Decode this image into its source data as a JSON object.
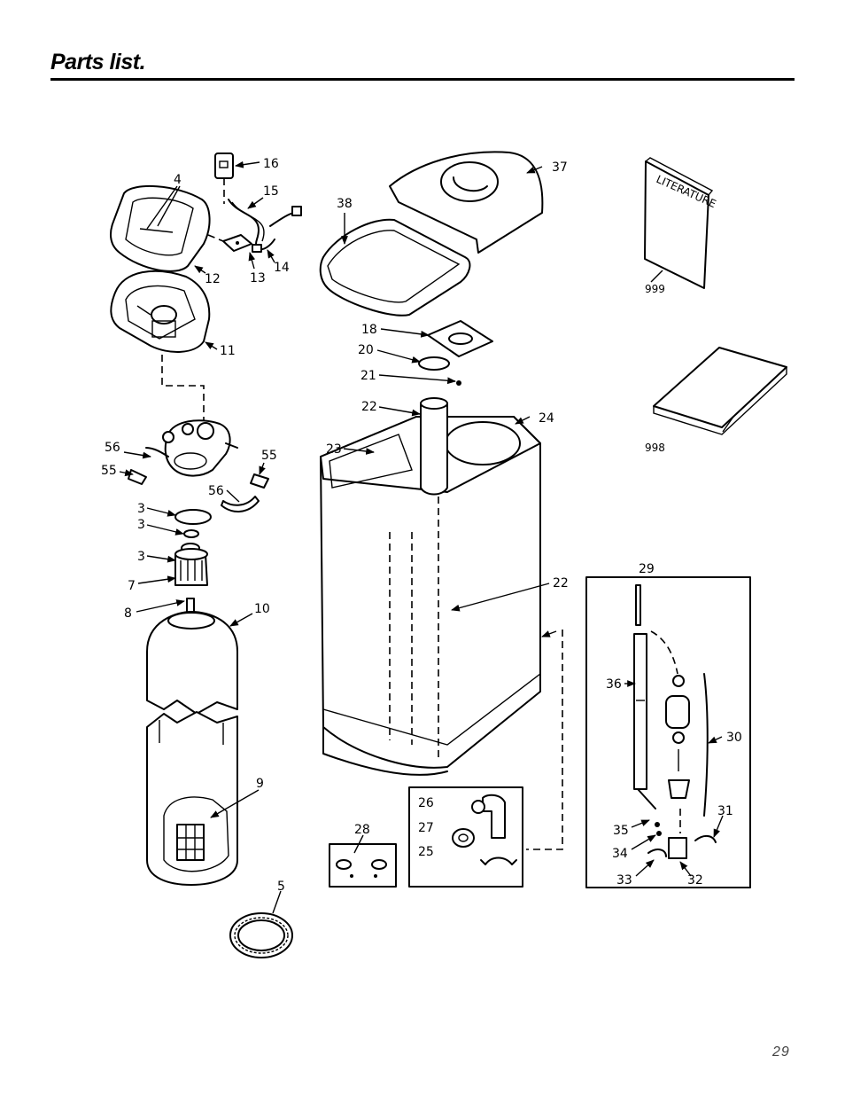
{
  "page": {
    "title": "Parts list.",
    "page_number": "29"
  },
  "diagram": {
    "labels": {
      "p3a": "3",
      "p3b": "3",
      "p3c": "3",
      "p4": "4",
      "p5": "5",
      "p7": "7",
      "p8": "8",
      "p9": "9",
      "p10": "10",
      "p11": "11",
      "p12": "12",
      "p13": "13",
      "p14": "14",
      "p15": "15",
      "p16": "16",
      "p18": "18",
      "p20": "20",
      "p21": "21",
      "p22a": "22",
      "p22b": "22",
      "p23": "23",
      "p24": "24",
      "p25": "25",
      "p26": "26",
      "p27": "27",
      "p28": "28",
      "p29": "29",
      "p30": "30",
      "p31": "31",
      "p32": "32",
      "p33": "33",
      "p34": "34",
      "p35": "35",
      "p36": "36",
      "p37": "37",
      "p38": "38",
      "p55a": "55",
      "p55b": "55",
      "p56a": "56",
      "p56b": "56",
      "p998": "998",
      "p999": "999"
    },
    "literature_text": "LITERATURE"
  }
}
